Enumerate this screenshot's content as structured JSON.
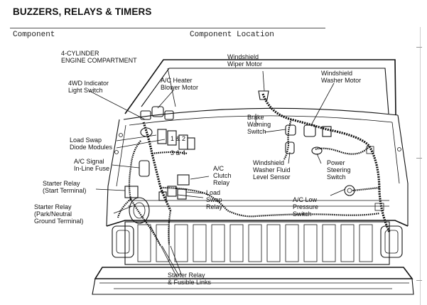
{
  "header": {
    "title": "BUZZERS, RELAYS & TIMERS"
  },
  "columns": {
    "component": "Component",
    "location": "Component Location"
  },
  "diagram": {
    "heading_line1": "4-CYLINDER",
    "heading_line2": "ENGINE COMPARTMENT",
    "callouts": {
      "wiper_motor": [
        "Windshield",
        "Wiper Motor"
      ],
      "washer_motor": [
        "Windshield",
        "Washer Motor"
      ],
      "light_switch_4wd": [
        "4WD Indicator",
        "Light Switch"
      ],
      "blower_motor": [
        "A/C Heater",
        "Blower Motor"
      ],
      "brake_switch": [
        "Brake",
        "Warning",
        "Switch"
      ],
      "diode_modules": [
        "Load Swap",
        "Diode Modules"
      ],
      "module_numbers": [
        "1 & 2",
        "3 & 4"
      ],
      "signal_fuse": [
        "A/C Signal",
        "In-Line Fuse"
      ],
      "washer_fluid_sensor": [
        "Windshield",
        "Washer Fluid",
        "Level Sensor"
      ],
      "power_steering": [
        "Power",
        "Steering",
        "Switch"
      ],
      "clutch_relay": [
        "A/C",
        "Clutch",
        "Relay"
      ],
      "starter_start": [
        "Starter Relay",
        "(Start Terminal)"
      ],
      "load_swap_relay": [
        "Load",
        "Swap",
        "Relay"
      ],
      "low_pressure": [
        "A/C Low",
        "Pressure",
        "Switch"
      ],
      "starter_park": [
        "Starter Relay",
        "(Park/Neutral",
        "Ground Terminal)"
      ],
      "fusible_links": [
        "Starter Relay",
        "& Fusible Links"
      ]
    }
  }
}
